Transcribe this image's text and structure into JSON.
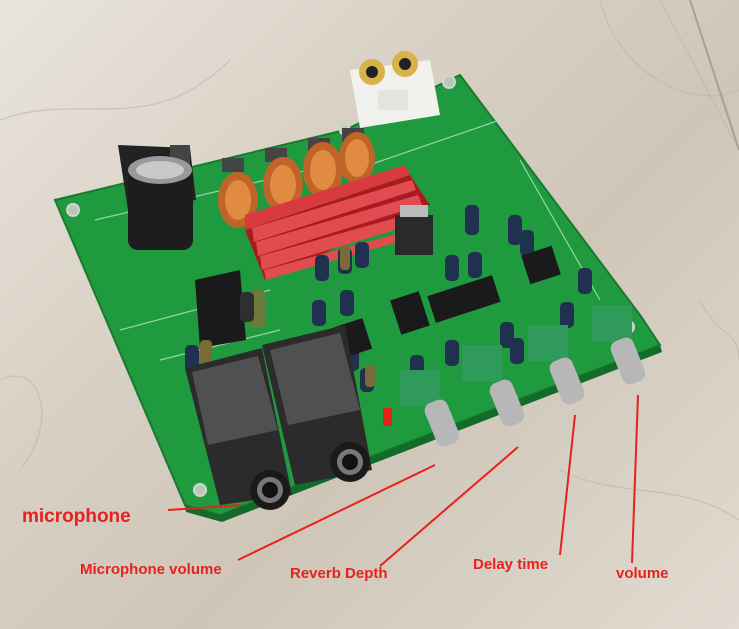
{
  "labels": {
    "microphone": "microphone",
    "microphone_volume": "Microphone volume",
    "reverb_depth": "Reverb Depth",
    "delay_time": "Delay time",
    "volume": "volume"
  },
  "colors": {
    "pcb": "#1f9a3e",
    "heatsink": "#c4222a",
    "label_red": "#e8201e",
    "background": "#ddd6cb"
  }
}
